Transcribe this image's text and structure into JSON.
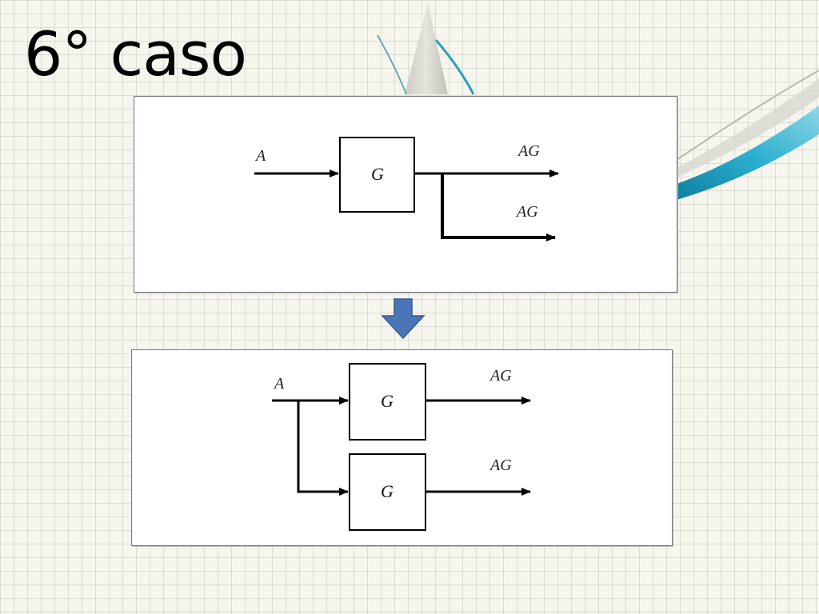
{
  "slide": {
    "title": "6° caso"
  },
  "colors": {
    "transition_arrow": "#4a76b8",
    "ribbon_accent": "#1ea3c3"
  },
  "diagram_before": {
    "input_label": "A",
    "block_label": "G",
    "output_labels": [
      "AG",
      "AG"
    ]
  },
  "diagram_after": {
    "input_label": "A",
    "blocks": [
      {
        "label": "G",
        "output_label": "AG"
      },
      {
        "label": "G",
        "output_label": "AG"
      }
    ]
  },
  "icons": {
    "transition": "down-arrow-icon"
  }
}
